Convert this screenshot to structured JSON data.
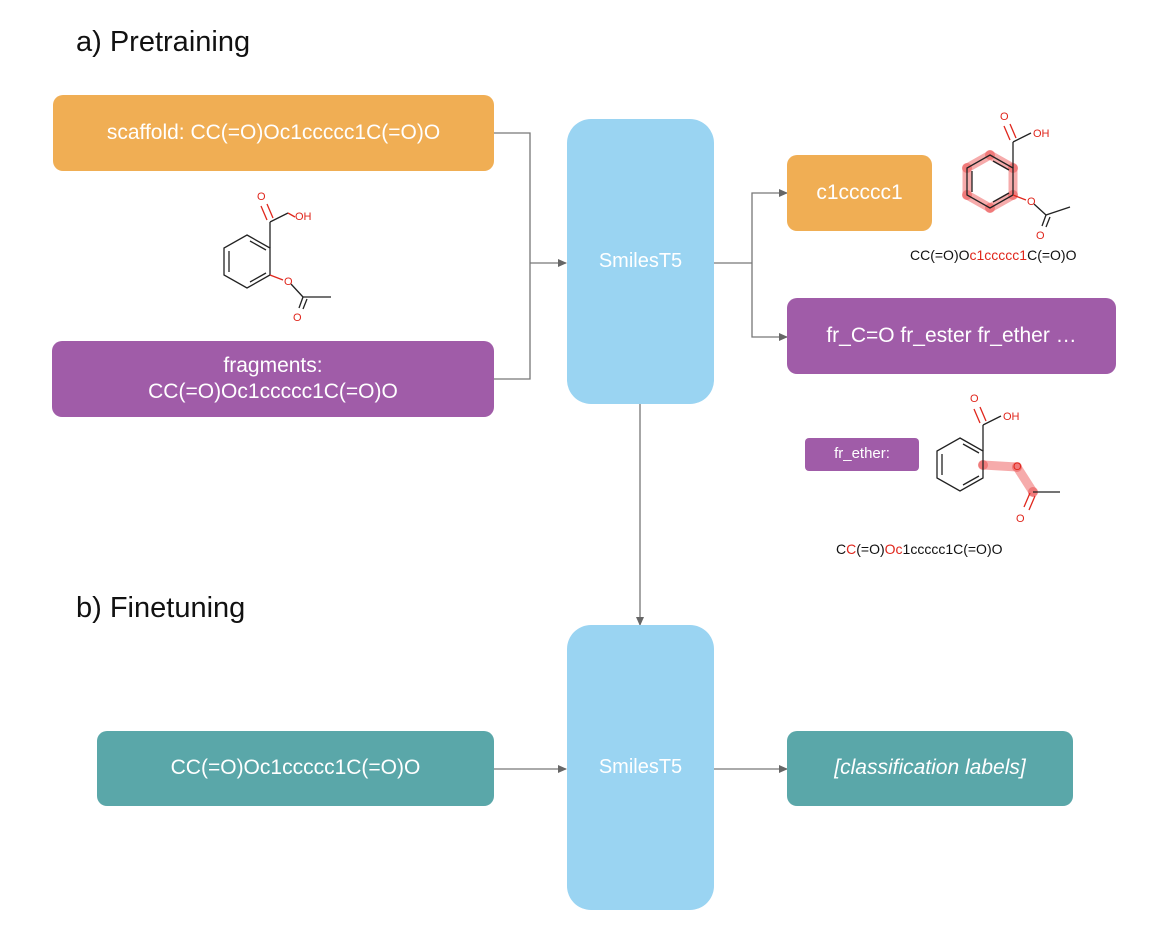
{
  "pretraining": {
    "title": "a) Pretraining",
    "scaffold_input": "scaffold: CC(=O)Oc1ccccc1C(=O)O",
    "fragments_input_line1": "fragments:",
    "fragments_input_line2": "CC(=O)Oc1ccccc1C(=O)O",
    "model_label": "SmilesT5",
    "scaffold_output": "c1ccccc1",
    "fragments_output": "fr_C=O fr_ester fr_ether …",
    "scaffold_smiles": {
      "before": "CC(=O)O",
      "highlight": "c1ccccc1",
      "after": "C(=O)O"
    },
    "ether_label": "fr_ether:",
    "ether_smiles": {
      "p1": "C",
      "p2": "C",
      "p3": "(=O)",
      "p4": "Oc",
      "p5": "1ccccc1C(=O)O"
    },
    "molecule_atoms": {
      "oh": "OH",
      "o": "O"
    }
  },
  "finetuning": {
    "title": "b) Finetuning",
    "input": "CC(=O)Oc1ccccc1C(=O)O",
    "model_label": "SmilesT5",
    "output": "[classification labels]"
  },
  "colors": {
    "orange": "#F0AE54",
    "purple": "#A05CA8",
    "teal": "#5AA7A9",
    "model_blue": "#9AD4F2",
    "highlight_red": "#e0261c"
  }
}
